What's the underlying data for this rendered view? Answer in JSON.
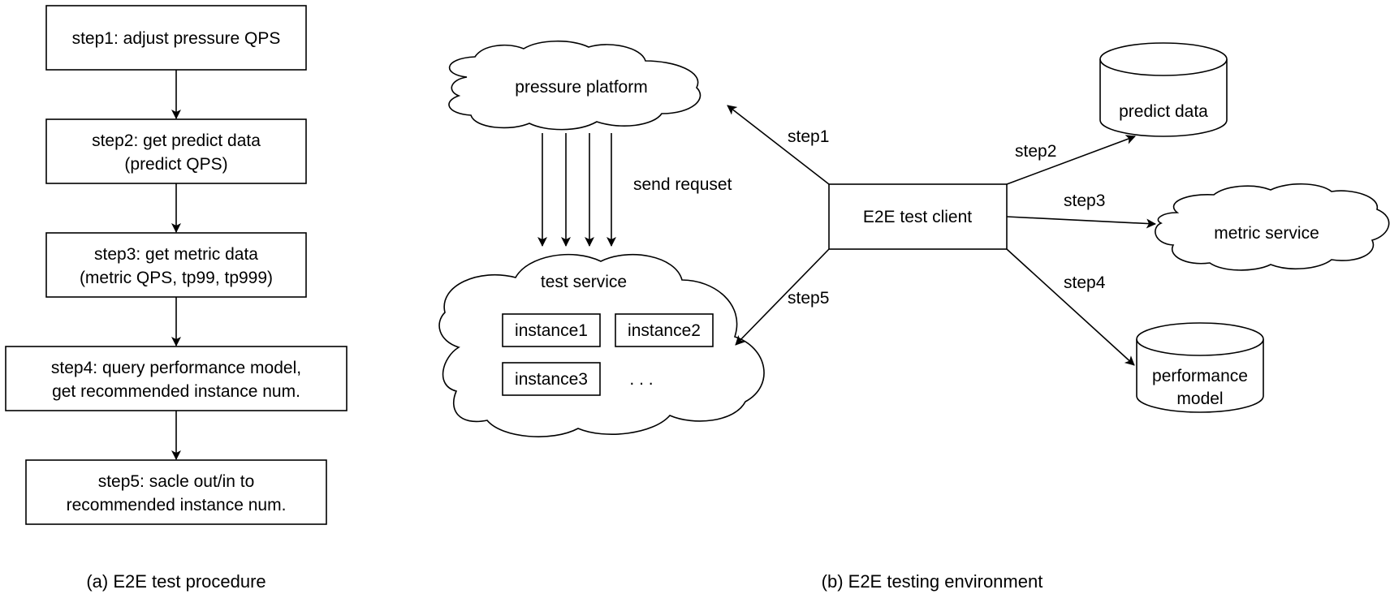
{
  "procedure": {
    "steps": [
      {
        "line1": "step1: adjust pressure QPS",
        "line2": ""
      },
      {
        "line1": "step2: get predict data",
        "line2": "(predict QPS)"
      },
      {
        "line1": "step3: get metric data",
        "line2": "(metric QPS, tp99, tp999)"
      },
      {
        "line1": "step4: query performance model,",
        "line2": "get recommended instance num."
      },
      {
        "line1": "step5: sacle out/in to",
        "line2": "recommended instance num."
      }
    ],
    "caption": "(a) E2E test procedure"
  },
  "environment": {
    "pressure_platform": "pressure platform",
    "send_request": "send requset",
    "test_service": "test service",
    "instances": [
      "instance1",
      "instance2",
      "instance3"
    ],
    "ellipsis": ". . .",
    "client": "E2E test client",
    "predict_data": "predict data",
    "metric_service": "metric service",
    "performance_model": {
      "line1": "performance",
      "line2": "model"
    },
    "edges": {
      "step1": "step1",
      "step2": "step2",
      "step3": "step3",
      "step4": "step4",
      "step5": "step5"
    },
    "caption": "(b) E2E testing environment"
  }
}
